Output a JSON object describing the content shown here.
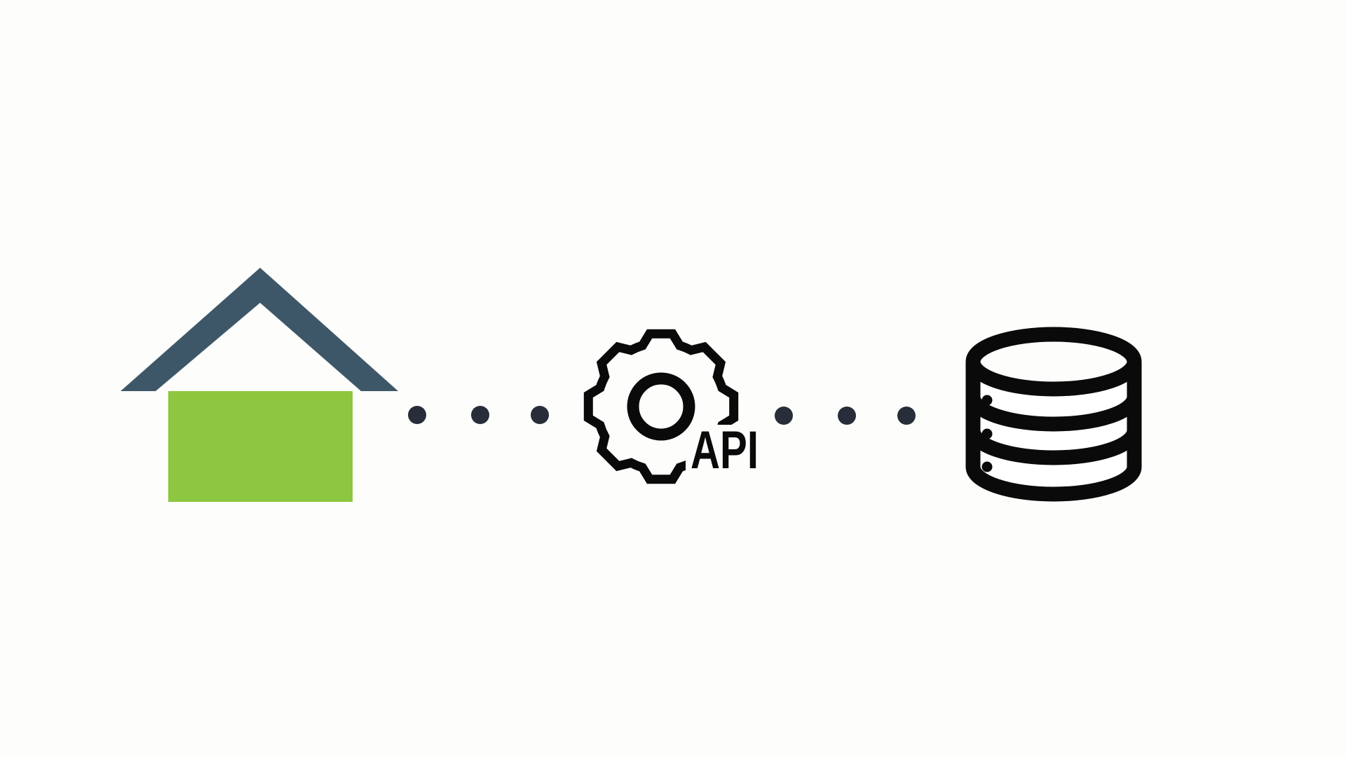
{
  "canvas": {
    "background": "#fdfdfb"
  },
  "diagram": {
    "nodes": [
      {
        "id": "home",
        "icon": "home-icon",
        "roof_color": "#3e5768",
        "body_color": "#8dc63f"
      },
      {
        "id": "api-service",
        "icon": "gear-icon",
        "label": "API",
        "color": "#0a0a0a"
      },
      {
        "id": "database",
        "icon": "database-icon",
        "color": "#0a0a0a"
      }
    ],
    "connectors": [
      {
        "from": "home",
        "to": "api-service",
        "style": "dotted",
        "dots": 3,
        "color": "#272e39"
      },
      {
        "from": "api-service",
        "to": "database",
        "style": "dotted",
        "dots": 3,
        "color": "#272e39"
      }
    ]
  }
}
